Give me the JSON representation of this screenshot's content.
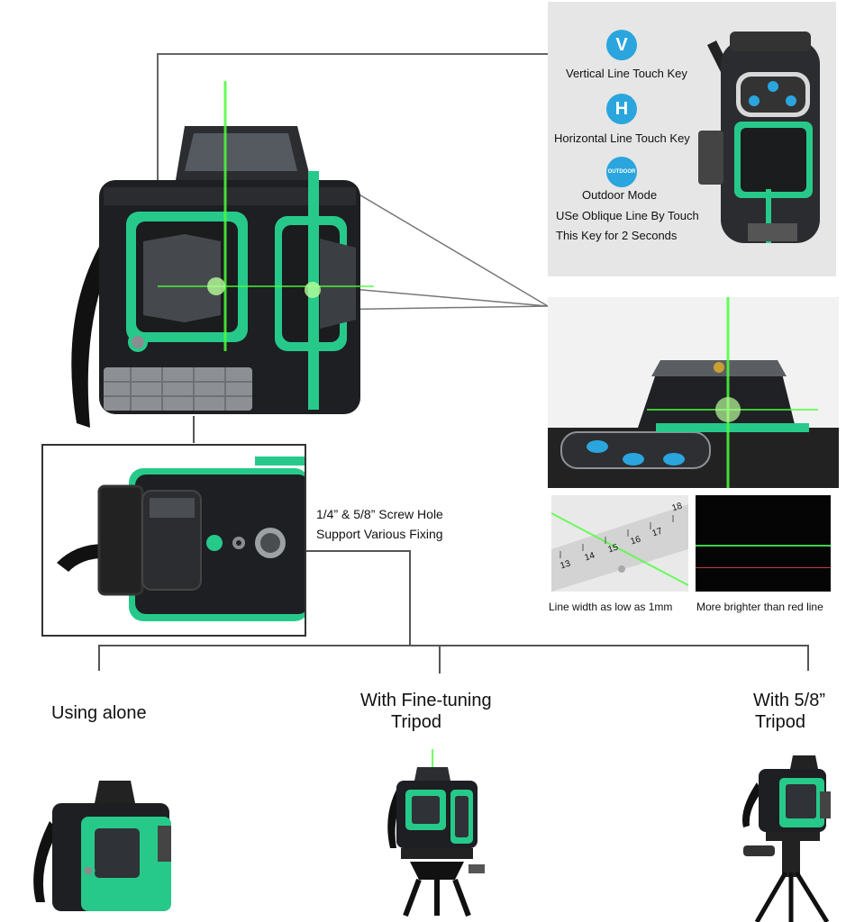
{
  "keys_panel": {
    "v_key": {
      "glyph": "V",
      "label": "Vertical Line Touch Key",
      "color": "#2aa5dd"
    },
    "h_key": {
      "glyph": "H",
      "label": "Horizontal  Line Touch Key",
      "color": "#2aa5dd"
    },
    "outdoor_key": {
      "glyph": "OUTDOOR",
      "title": "Outdoor Mode",
      "line1": "USe Oblique Line By Touch",
      "line2": "This Key for 2 Seconds",
      "color": "#2aa5dd"
    }
  },
  "screw_hole": {
    "line1": "1/4” & 5/8” Screw Hole",
    "line2": "Support Various Fixing"
  },
  "ruler": {
    "ticks": [
      "13",
      "14",
      "15",
      "16",
      "17",
      "18"
    ],
    "caption": "Line width as low as 1mm"
  },
  "brightness": {
    "caption": "More brighter than red line",
    "green": "#3bd24a",
    "red": "#c33a3a"
  },
  "uses": {
    "alone": "Using alone",
    "fine_line1": "With Fine-tuning",
    "fine_line2": "Tripod",
    "five_line1": "With 5/8”",
    "five_line2": "Tripod"
  },
  "colors": {
    "accent": "#27c98a",
    "laser": "#4bff3a",
    "body": "#1d1f22"
  }
}
